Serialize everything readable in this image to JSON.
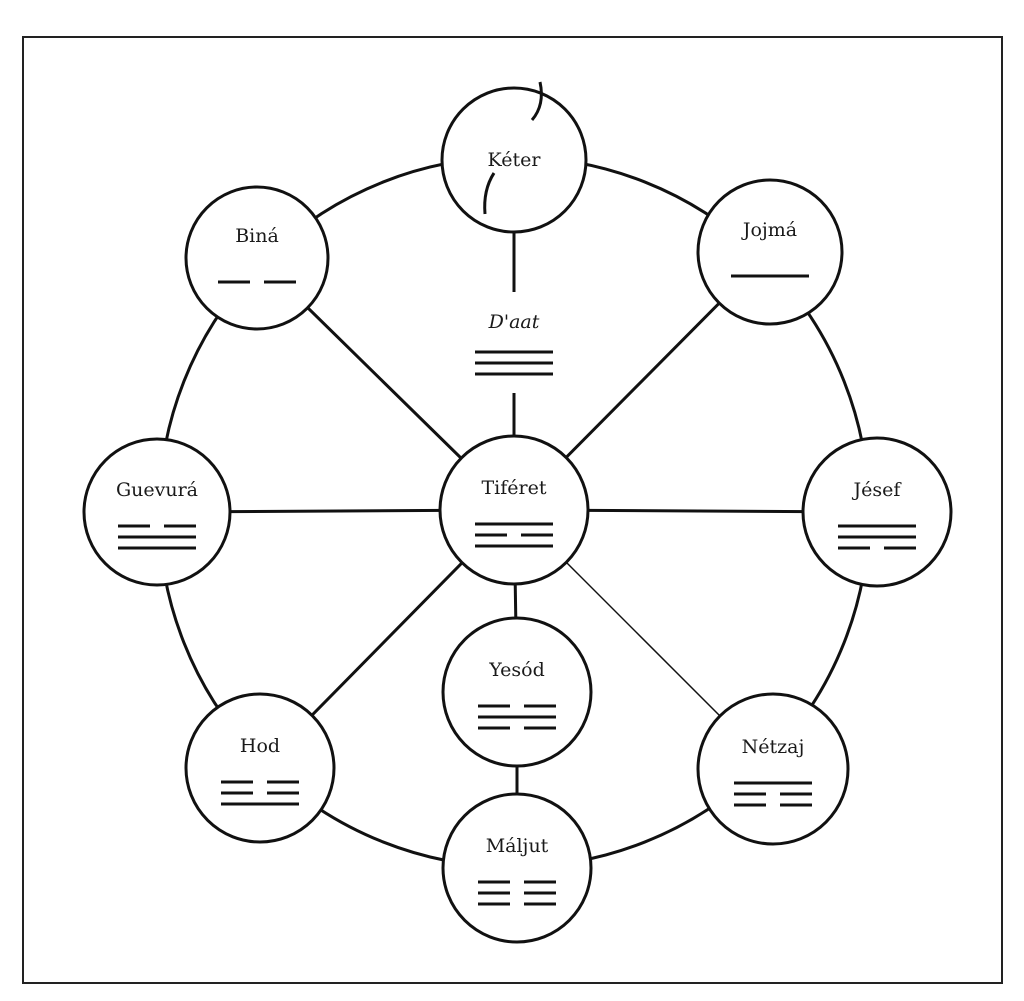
{
  "diagram": {
    "nodes": [
      {
        "id": "keter",
        "label": "Kéter",
        "trigram": []
      },
      {
        "id": "bina",
        "label": "Biná",
        "trigram": [
          "broken"
        ]
      },
      {
        "id": "jojma",
        "label": "Jojmá",
        "trigram": [
          "solid"
        ]
      },
      {
        "id": "daat",
        "label": "D'aat",
        "trigram": [
          "solid",
          "solid",
          "solid"
        ]
      },
      {
        "id": "guevura",
        "label": "Guevurá",
        "trigram": [
          "broken",
          "solid",
          "solid"
        ]
      },
      {
        "id": "tiferet",
        "label": "Tiféret",
        "trigram": [
          "solid",
          "broken",
          "solid"
        ]
      },
      {
        "id": "jesef",
        "label": "Jésef",
        "trigram": [
          "solid",
          "solid",
          "broken"
        ]
      },
      {
        "id": "yesod",
        "label": "Yesód",
        "trigram": [
          "broken",
          "solid",
          "broken"
        ]
      },
      {
        "id": "hod",
        "label": "Hod",
        "trigram": [
          "broken",
          "broken",
          "solid"
        ]
      },
      {
        "id": "netzaj",
        "label": "Nétzaj",
        "trigram": [
          "solid",
          "broken",
          "broken"
        ]
      },
      {
        "id": "maljut",
        "label": "Máljut",
        "trigram": [
          "broken",
          "broken",
          "broken"
        ]
      }
    ],
    "edges": [
      [
        "keter",
        "daat"
      ],
      [
        "daat",
        "tiferet"
      ],
      [
        "bina",
        "tiferet"
      ],
      [
        "jojma",
        "tiferet"
      ],
      [
        "guevura",
        "tiferet"
      ],
      [
        "jesef",
        "tiferet"
      ],
      [
        "hod",
        "tiferet"
      ],
      [
        "netzaj",
        "tiferet"
      ],
      [
        "tiferet",
        "yesod"
      ],
      [
        "yesod",
        "maljut"
      ]
    ],
    "colors": {
      "ink": "#111111",
      "background": "#ffffff"
    }
  }
}
